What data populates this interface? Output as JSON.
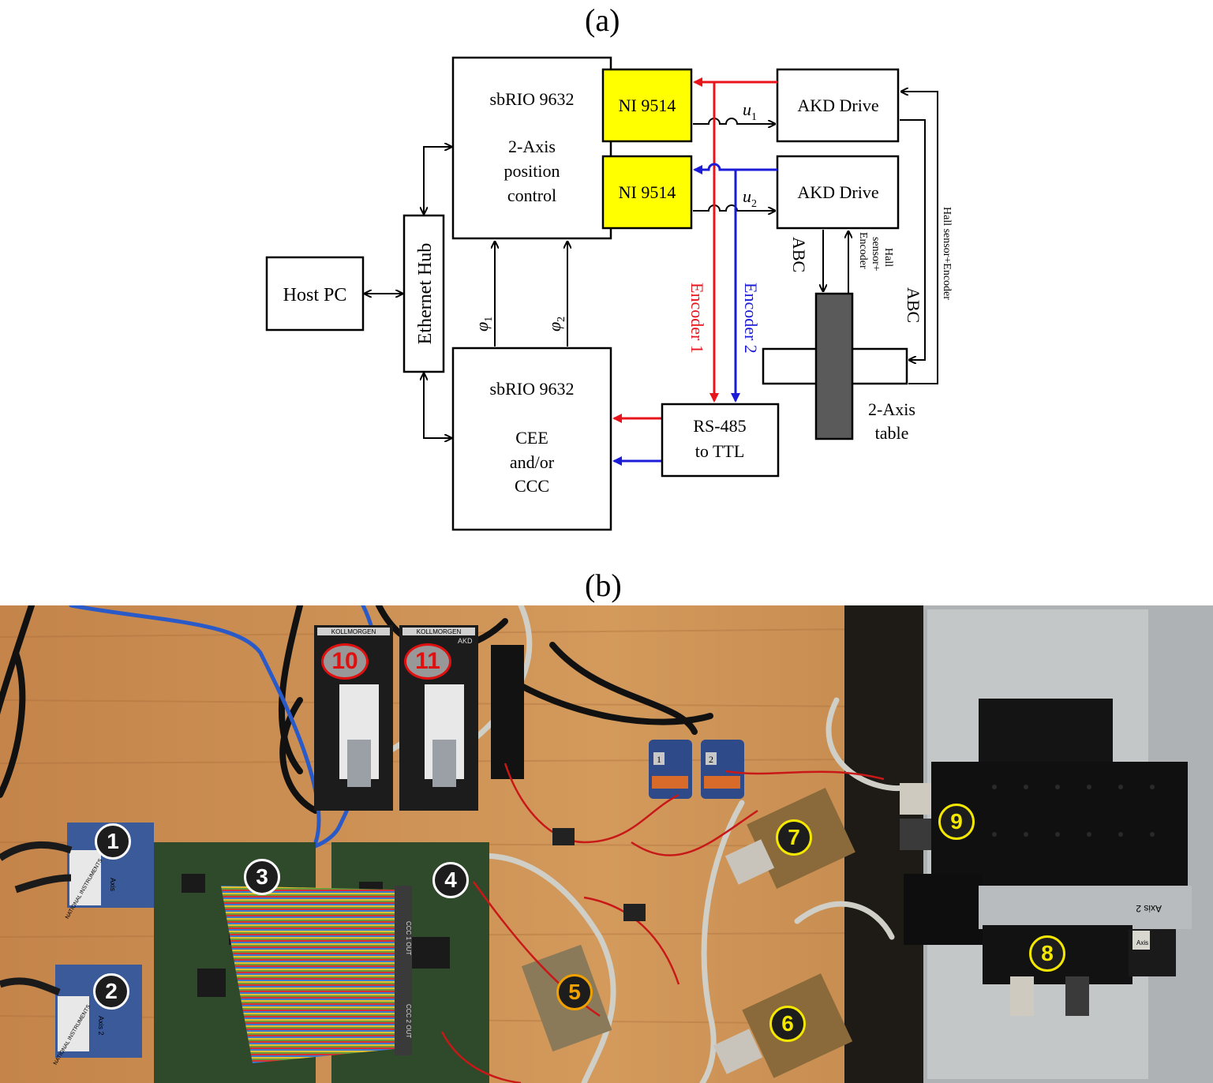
{
  "panel_a_label": "(a)",
  "panel_b_label": "(b)",
  "blocks": {
    "host_pc": "Host PC",
    "ethernet_hub": "Ethernet Hub",
    "sbrio_top_title": "sbRIO 9632",
    "sbrio_top_desc": [
      "2-Axis",
      "position",
      "control"
    ],
    "ni_9514_1": "NI 9514",
    "ni_9514_2": "NI 9514",
    "akd_drive_1": "AKD Drive",
    "akd_drive_2": "AKD Drive",
    "sbrio_bottom_title": "sbRIO 9632",
    "sbrio_bottom_desc": [
      "CEE",
      "and/or",
      "CCC"
    ],
    "rs485": [
      "RS-485",
      "to TTL"
    ],
    "table_label": [
      "2-Axis",
      "table"
    ]
  },
  "signals": {
    "u1": "u",
    "u1_sub": "1",
    "u2": "u",
    "u2_sub": "2",
    "phi1": "φ",
    "phi1_sub": "1",
    "phi2": "φ",
    "phi2_sub": "2",
    "encoder1": "Encoder 1",
    "encoder2": "Encoder 2",
    "abc_inner": "ABC",
    "hall_inner": [
      "Hall",
      "sensor+",
      "Encoder"
    ],
    "abc_outer": "ABC",
    "hall_outer": "Hall sensor+Encoder"
  },
  "colors": {
    "ni_fill": "#ffff00",
    "encoder1": "#e8141c",
    "encoder2": "#1c1cd8",
    "table_bar": "#5a5a5a",
    "wood": "#c98a4a",
    "white_marker": "#ffffff",
    "yellow_marker": "#f5e800",
    "orange_marker": "#f0a000",
    "red_marker": "#e01010"
  },
  "photo_markers": [
    {
      "label": "1",
      "style": "white"
    },
    {
      "label": "2",
      "style": "white"
    },
    {
      "label": "3",
      "style": "white"
    },
    {
      "label": "4",
      "style": "white"
    },
    {
      "label": "5",
      "style": "orange"
    },
    {
      "label": "6",
      "style": "yellow"
    },
    {
      "label": "7",
      "style": "yellow"
    },
    {
      "label": "8",
      "style": "yellow"
    },
    {
      "label": "9",
      "style": "yellow"
    },
    {
      "label": "10",
      "style": "red"
    },
    {
      "label": "11",
      "style": "red"
    }
  ],
  "photo_text": {
    "kollmorgen1": "KOLLMORGEN",
    "kollmorgen2": "KOLLMORGEN",
    "akd": "AKD",
    "ni1": "NATIONAL INSTRUMENTS",
    "ni2": "NATIONAL INSTRUMENTS",
    "axis_label_1": "Axis",
    "axis_label_2": "Axis 2",
    "stage_label": "Axis 2",
    "stage_label_2": "Axis",
    "ccc1": "CCC 1 OUT",
    "ccc2": "CCC 2 OUT",
    "box1": "1",
    "box2": "2"
  }
}
